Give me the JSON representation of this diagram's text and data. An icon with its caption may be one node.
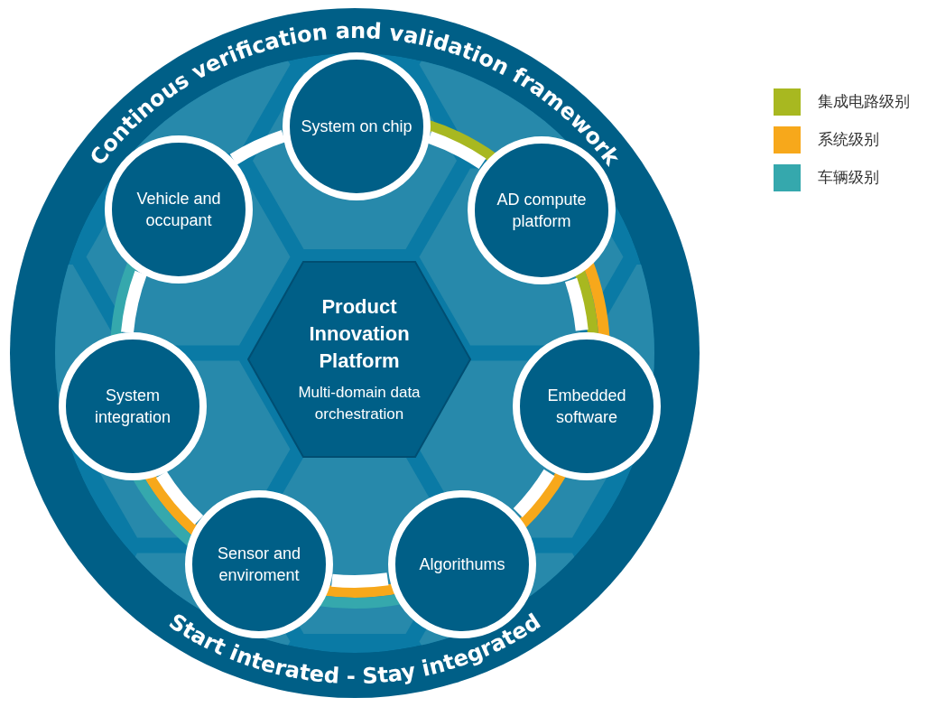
{
  "diagram": {
    "nodes": [
      {
        "text": [
          "System on chip"
        ]
      },
      {
        "text": [
          "AD compute platform"
        ]
      },
      {
        "text": [
          "Embedded software"
        ]
      },
      {
        "text": [
          "Algorithums"
        ]
      },
      {
        "text": [
          "Sensor and enviroment"
        ]
      },
      {
        "text": [
          "System integration"
        ]
      },
      {
        "text": [
          "Vehicle and occupant"
        ]
      },
      {
        "text": [
          "Product Innovation Platform",
          "Multi-domain data orchestration"
        ]
      }
    ],
    "edges": [
      {
        "from": 0,
        "to": 1,
        "arrow": "none"
      },
      {
        "from": 1,
        "to": 2,
        "arrow": "none"
      },
      {
        "from": 2,
        "to": 3,
        "arrow": "none"
      },
      {
        "from": 3,
        "to": 4,
        "arrow": "none"
      },
      {
        "from": 4,
        "to": 5,
        "arrow": "none"
      },
      {
        "from": 5,
        "to": 6,
        "arrow": "none"
      },
      {
        "from": 6,
        "to": 0,
        "arrow": "none"
      }
    ],
    "labels": [
      "Continous verification and validation framework",
      "Start interated - Stay integrated"
    ],
    "legend": [
      {
        "text": "集成电路级别",
        "color": "#a8b820"
      },
      {
        "text": "系统级别",
        "color": "#f7a81b"
      },
      {
        "text": "车辆级别",
        "color": "#35a8ad"
      }
    ]
  }
}
